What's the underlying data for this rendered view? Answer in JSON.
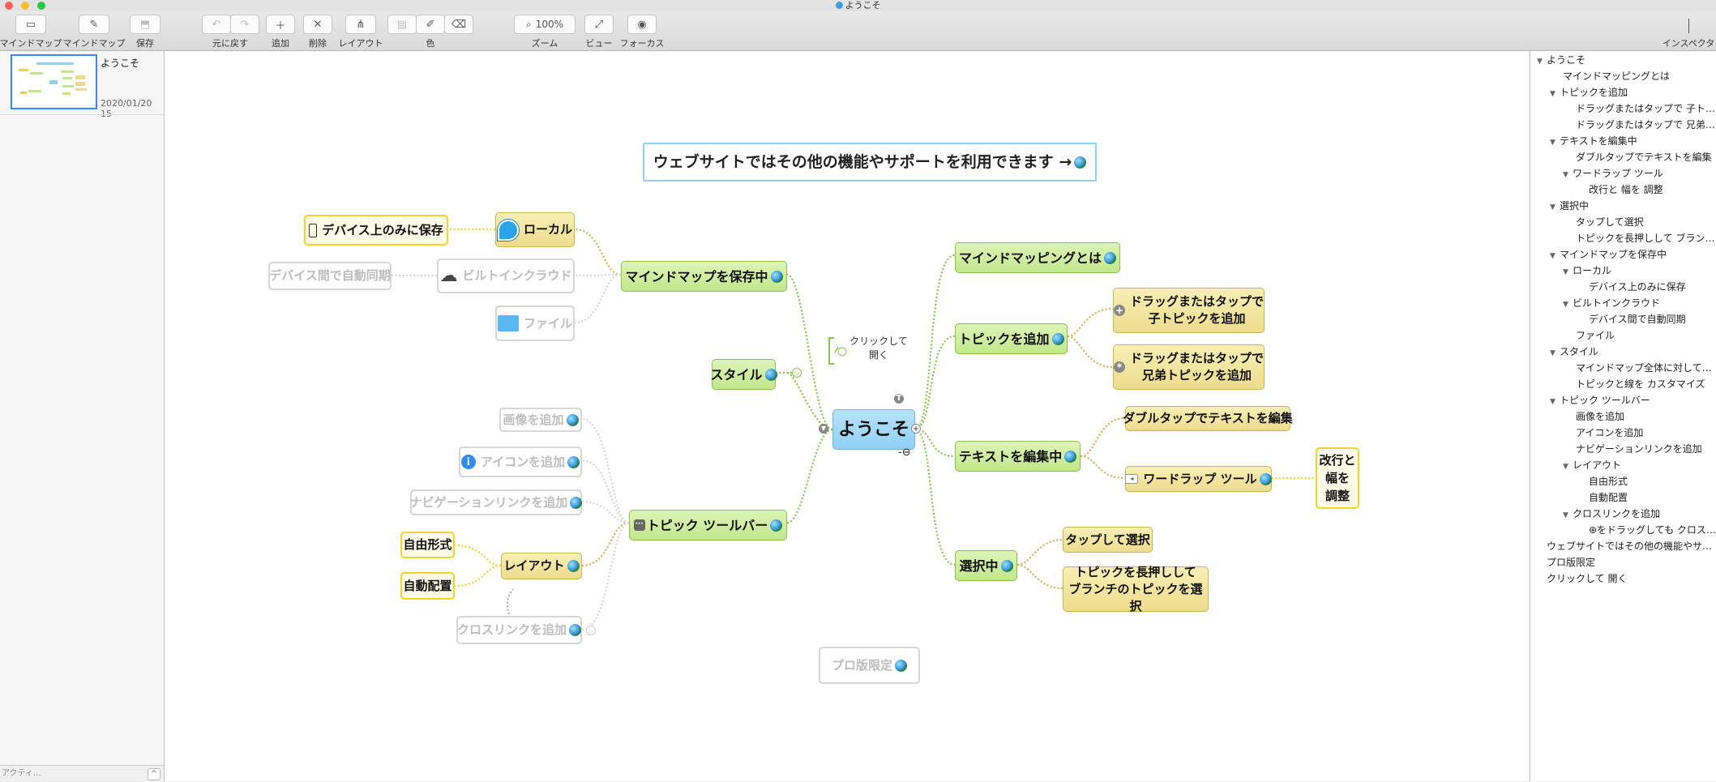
{
  "window": {
    "title": "ようこそ"
  },
  "toolbar": {
    "mindmap_label": "マインドマップ",
    "mindmap2_label": "マインドマップ",
    "save_label": "保存",
    "undo_label": "元に戻す",
    "add_label": "追加",
    "delete_label": "削除",
    "layout_label": "レイアウト",
    "color_label": "色",
    "zoom_value": "100%",
    "zoom_label": "ズーム",
    "view_label": "ビュー",
    "focus_label": "フォーカス",
    "inspector_label": "インスペクタ"
  },
  "sidebar": {
    "doc_title": "ようこそ",
    "doc_date": "2020/01/20 15",
    "status": "アクティ…",
    "status_btn": "^"
  },
  "map": {
    "root": "ようこそ",
    "banner": "ウェブサイトではその他の機能やサポートを利用できます →",
    "callout": "クリックして\n開く",
    "right": {
      "what": "マインドマッピングとは",
      "add": "トピックを追加",
      "add_child": "ドラッグまたはタップで\n子トピックを追加",
      "add_sibling": "ドラッグまたはタップで\n兄弟トピックを追加",
      "edit": "テキストを編集中",
      "dbltap": "ダブルタップでテキストを編集",
      "wordwrap": "ワードラップ ツール",
      "wrap_adjust": "改行と\n幅を\n調整",
      "select": "選択中",
      "tap_select": "タップして選択",
      "long_press": "トピックを長押しして\nブランチのトピックを選択"
    },
    "left": {
      "save": "マインドマップを保存中",
      "local": "ローカル",
      "device_only": "デバイス上のみに保存",
      "icloud": "ビルトインクラウド",
      "auto_sync": "デバイス間で自動同期",
      "file": "ファイル",
      "style": "スタイル",
      "toolbar": "トピック ツールバー",
      "add_image": "画像を追加",
      "add_icon": "アイコンを追加",
      "add_nav": "ナビゲーションリンクを追加",
      "layout": "レイアウト",
      "freeform": "自由形式",
      "auto": "自動配置",
      "crosslink": "クロスリンクを追加",
      "pro": "プロ版限定"
    }
  },
  "outline": {
    "items": [
      "ようこそ",
      "マインドマッピングとは",
      "トピックを追加",
      "ドラッグまたはタップで 子ト…",
      "ドラッグまたはタップで 兄弟…",
      "テキストを編集中",
      "ダブルタップでテキストを編集",
      "ワードラップ ツール",
      "改行と 幅を 調整",
      "選択中",
      "タップして選択",
      "トピックを長押しして ブラン…",
      "マインドマップを保存中",
      "ローカル",
      "デバイス上のみに保存",
      "ビルトインクラウド",
      "デバイス間で自動同期",
      "ファイル",
      "スタイル",
      "マインドマップ全体に対して…",
      "トピックと線を カスタマイズ",
      "トピック ツールバー",
      "画像を追加",
      "アイコンを追加",
      "ナビゲーションリンクを追加",
      "レイアウト",
      "自由形式",
      "自動配置",
      "クロスリンクを追加",
      "⊕をドラッグしても クロス…",
      "ウェブサイトではその他の機能やサ…",
      "プロ版限定",
      "クリックして 開く"
    ]
  }
}
